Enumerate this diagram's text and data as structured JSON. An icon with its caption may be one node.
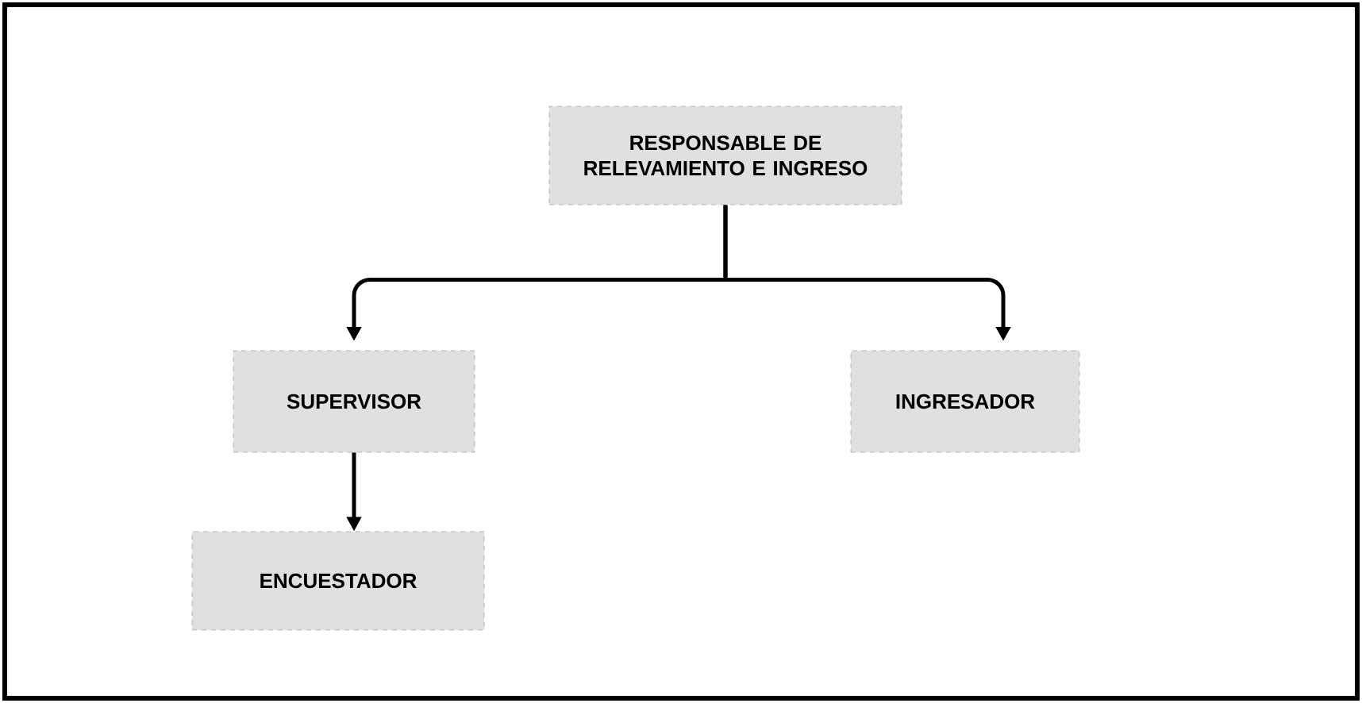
{
  "diagram": {
    "nodes": [
      {
        "text": [
          "RESPONSABLE DE RELEVAMIENTO E INGRESO"
        ]
      },
      {
        "text": [
          "SUPERVISOR"
        ]
      },
      {
        "text": [
          "INGRESADOR"
        ]
      },
      {
        "text": [
          "ENCUESTADOR"
        ]
      }
    ],
    "edges": [
      {
        "from": 0,
        "to": 1,
        "arrow": "to"
      },
      {
        "from": 0,
        "to": 2,
        "arrow": "to"
      },
      {
        "from": 1,
        "to": 3,
        "arrow": "to"
      }
    ]
  }
}
